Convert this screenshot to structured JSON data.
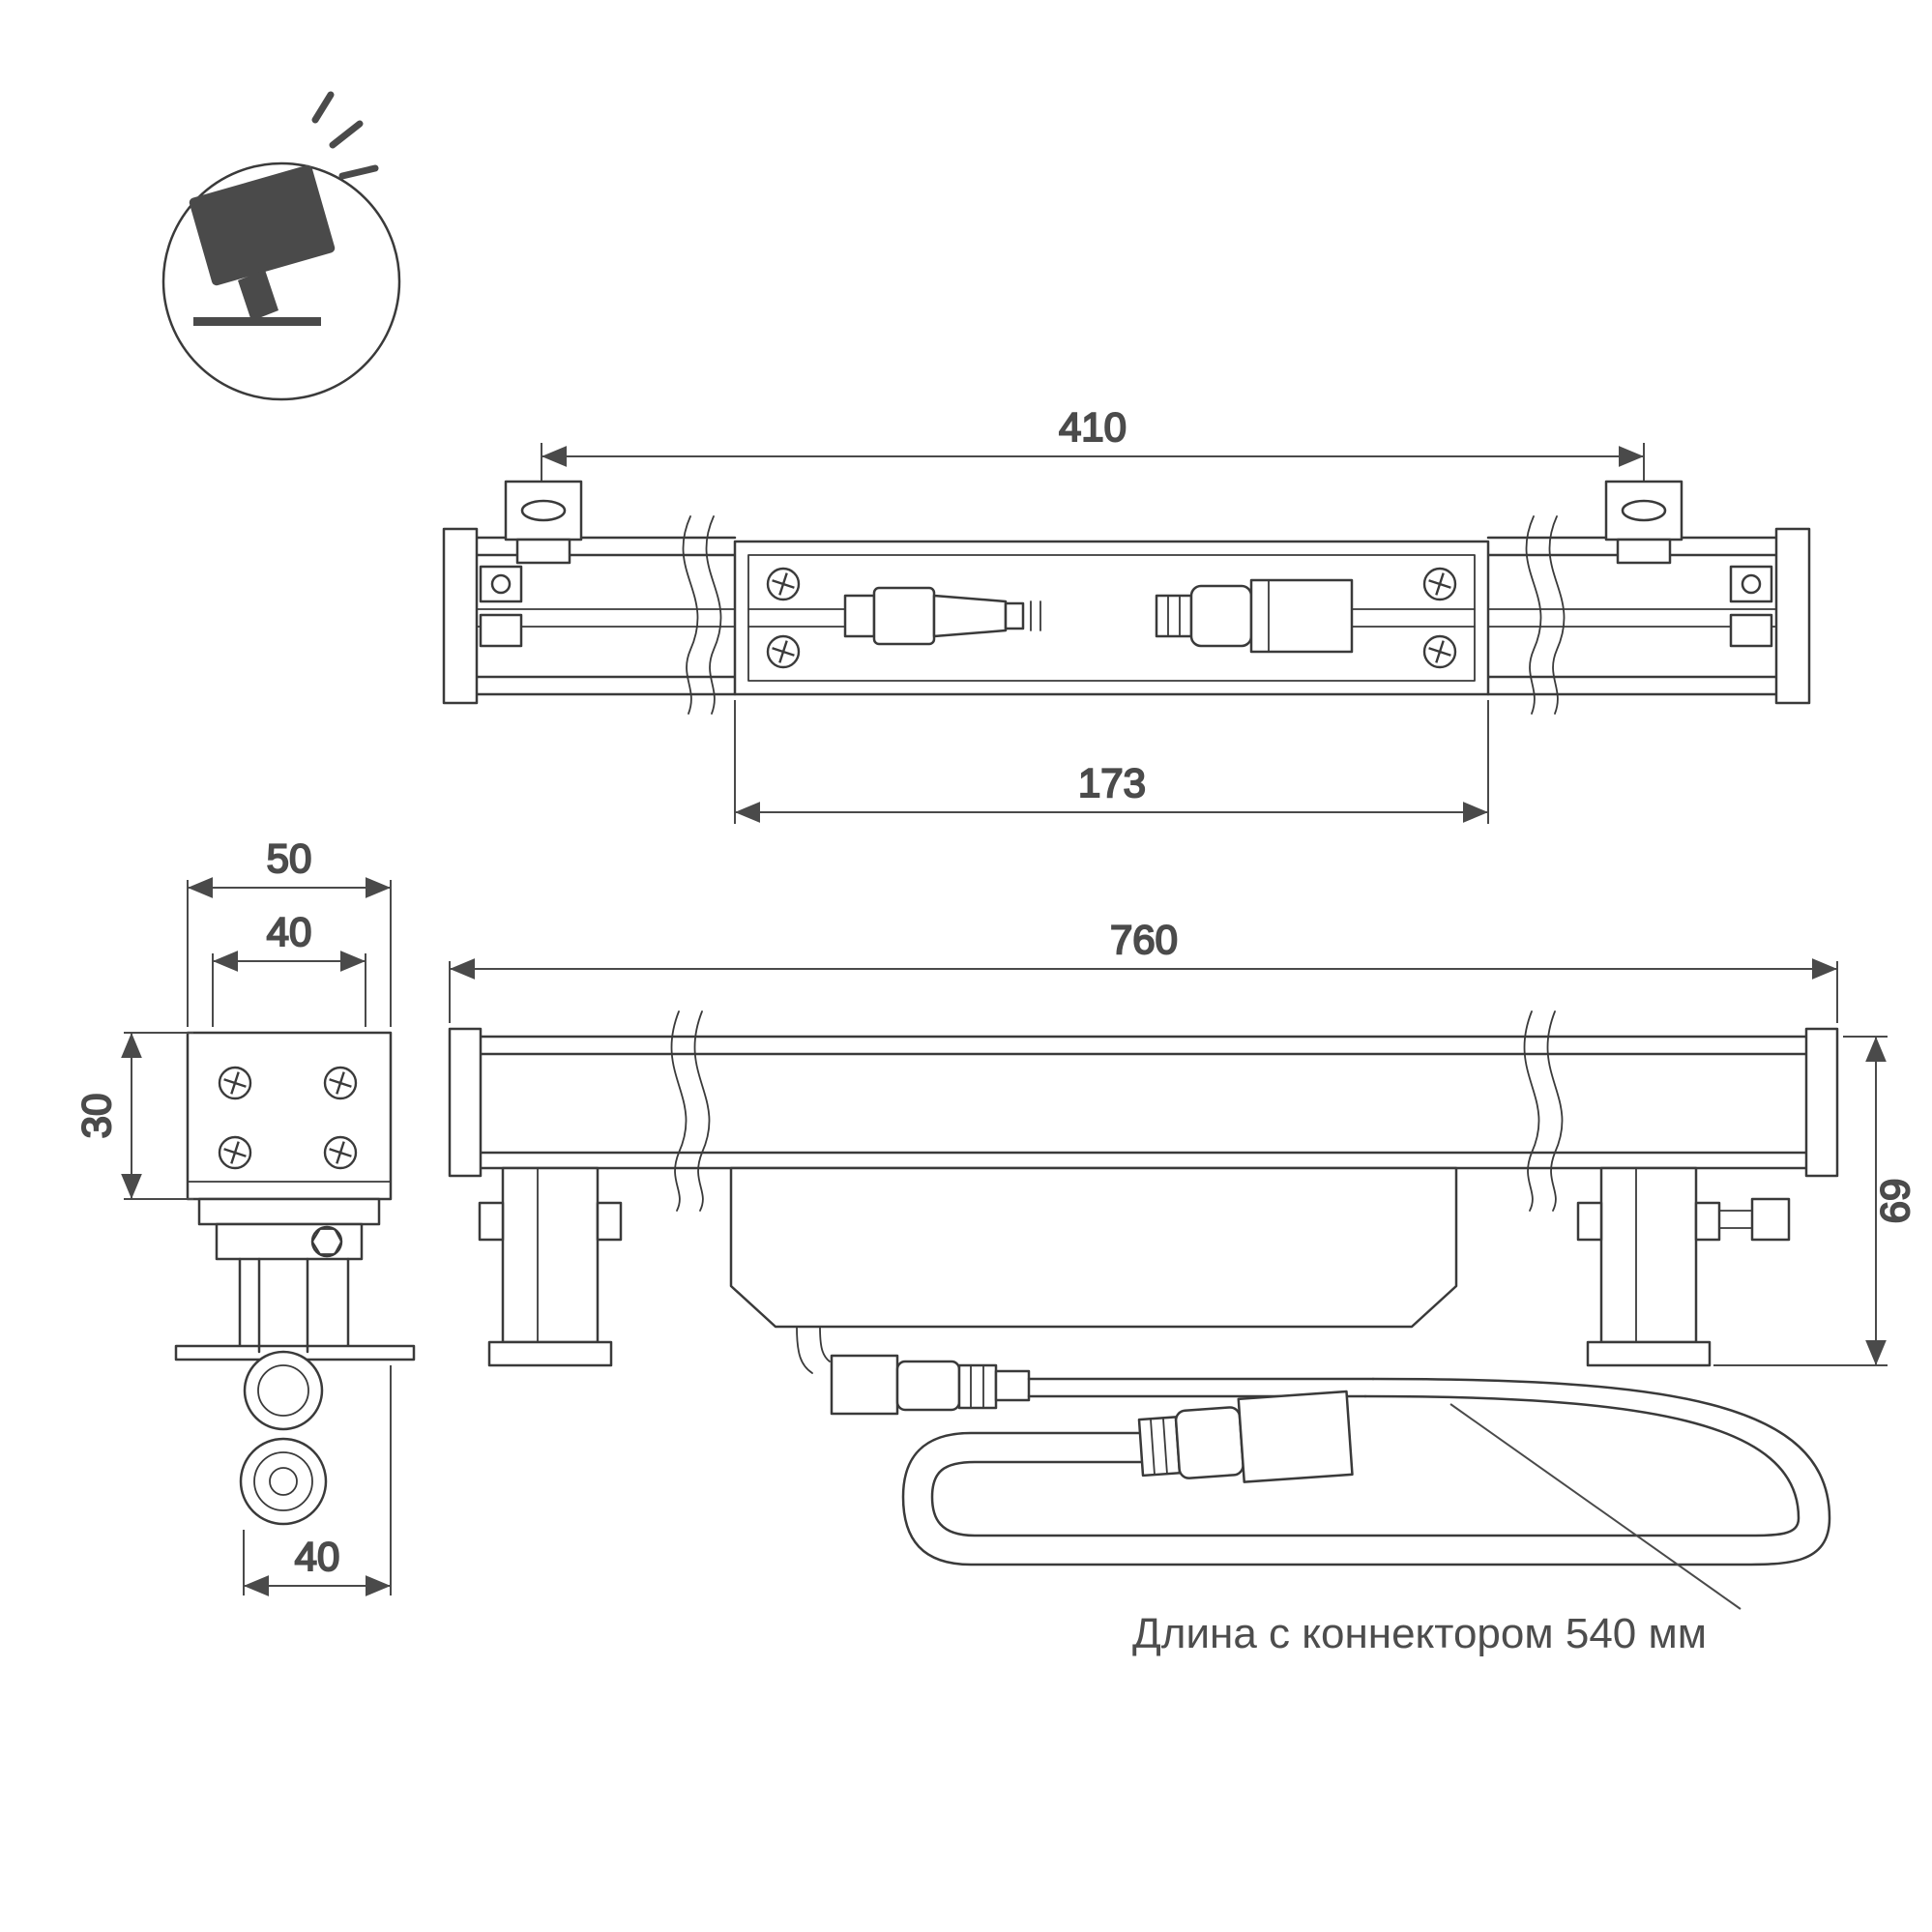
{
  "drawing": {
    "icon": {
      "name": "tilted-floodlight-icon"
    },
    "top_view": {
      "dim_overall_mm": "410",
      "dim_body_mm": "173"
    },
    "side_view": {
      "dim_outer_width_mm": "50",
      "dim_inner_width_mm": "40",
      "dim_height_mm": "30",
      "dim_depth_mm": "40"
    },
    "front_view": {
      "dim_length_mm": "760",
      "dim_height_mm": "69"
    },
    "note": {
      "cable_length": "Длина с коннектором 540 мм"
    }
  },
  "colors": {
    "background": "#ffffff",
    "object_line": "#3a3a3a",
    "dimension_line": "#4a4a4a",
    "text": "#4d4d4d",
    "icon_fill": "#4a4a4a"
  }
}
